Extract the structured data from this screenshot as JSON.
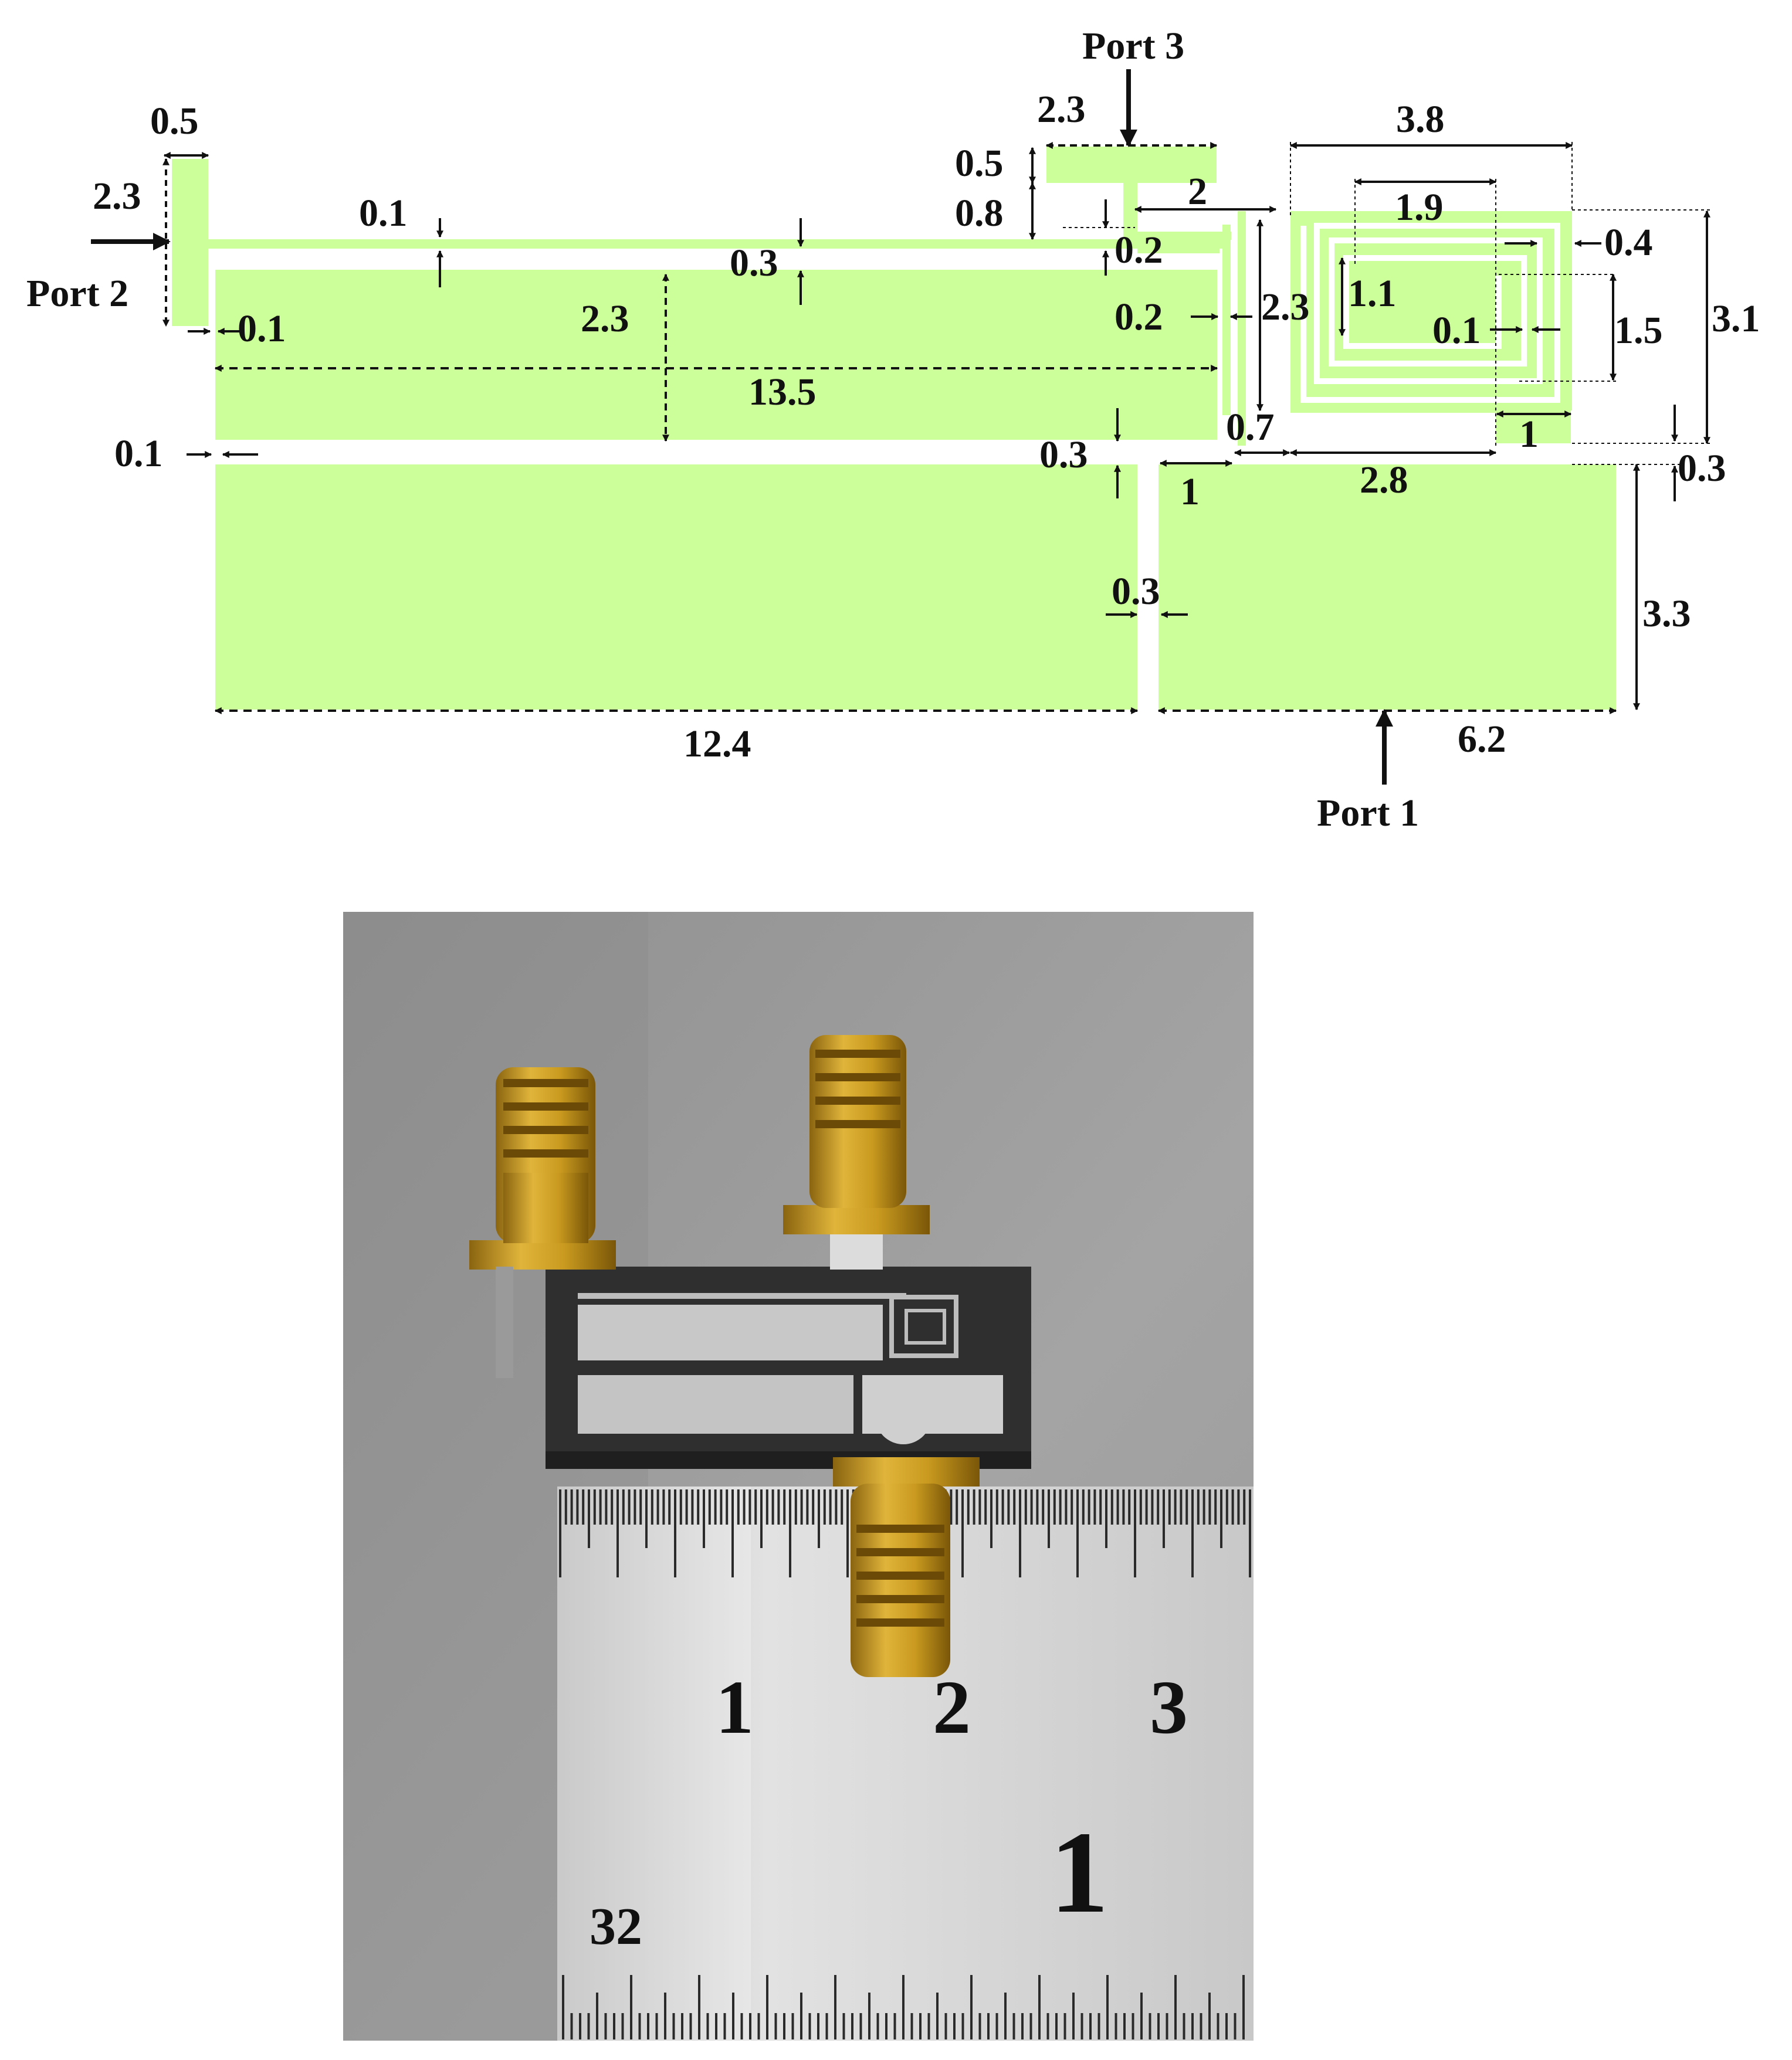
{
  "colors": {
    "copper": "#ccff99",
    "substrate": "#ffffff",
    "ink": "#111111",
    "photo_bg": "#9b9b9b",
    "pcb": "#3a3a3a",
    "gold": "#c99a1f",
    "ruler": "#cfcfcf"
  },
  "ports": {
    "port1": "Port 1",
    "port2": "Port 2",
    "port3": "Port 3"
  },
  "dimensions": {
    "p2_width": "0.5",
    "p2_height": "2.3",
    "line_width_top": "0.1",
    "gap_top": "0.3",
    "gap_left_top": "0.1",
    "upper_patch_height": "2.3",
    "upper_patch_length": "13.5",
    "gap_left_mid": "0.1",
    "gap_mid_right": "0.3",
    "p3_width": "2.3",
    "p3_feed_height": "0.5",
    "p3_stub_height": "0.8",
    "p3_gap": "0.2",
    "p3_line_len": "2",
    "gap_patch_line": "0.2",
    "right_line_height": "2.3",
    "spiral_outer": "3.8",
    "spiral_inner": "1.9",
    "spiral_gap_right": "0.4",
    "spiral_inner_height": "1.1",
    "spiral_line": "0.1",
    "spiral_mid_height": "1.5",
    "spiral_total_height": "3.1",
    "spiral_offset": "0.7",
    "spiral_bottom": "2.8",
    "spiral_tab": "1",
    "spiral_gap_bottom": "0.3",
    "slot_width": "1",
    "slot_gap": "0.3",
    "lower_right_height": "3.3",
    "lower_left_length": "12.4",
    "lower_right_length": "6.2"
  },
  "ruler": {
    "mark_1": "1",
    "mark_2": "2",
    "mark_3": "3",
    "inch_1": "1",
    "label_32": "32"
  }
}
